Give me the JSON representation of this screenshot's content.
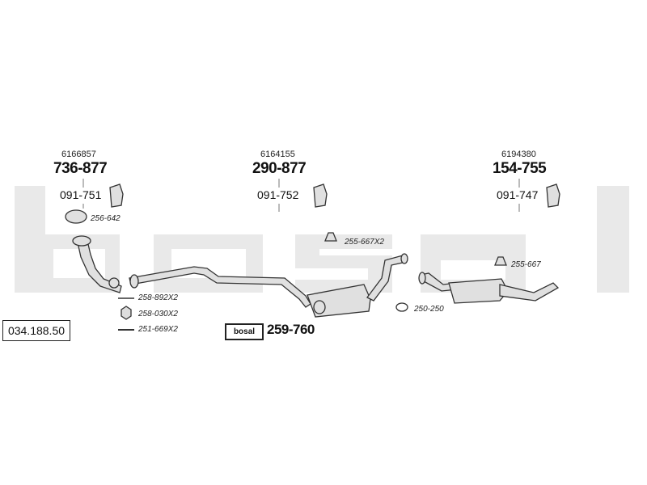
{
  "watermark": {
    "text": "bosal"
  },
  "catalog_number": "034.188.50",
  "groups": [
    {
      "oem": "6166857",
      "part": "736-877",
      "bracket": "091-751"
    },
    {
      "oem": "6164155",
      "part": "290-877",
      "bracket": "091-752"
    },
    {
      "oem": "6194380",
      "part": "154-755",
      "bracket": "091-747"
    }
  ],
  "callouts": [
    {
      "label": "256-642"
    },
    {
      "label": "255-667X2"
    },
    {
      "label": "255-667"
    },
    {
      "label": "250-250"
    },
    {
      "label": "258-892X2"
    },
    {
      "label": "258-030X2"
    },
    {
      "label": "251-669X2"
    }
  ],
  "kit": {
    "brand": "bosal",
    "part": "259-760"
  },
  "colors": {
    "watermark": "#e9e9e9",
    "line": "#333333",
    "part_fill": "#e0e0e0"
  }
}
